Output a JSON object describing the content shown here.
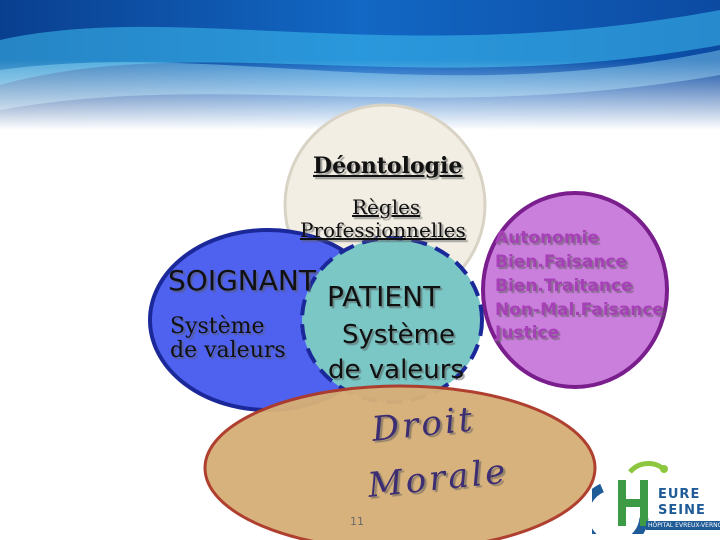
{
  "colors": {
    "banner_blue": "#0d4fa6",
    "accent_cyan": "#3ec0f0",
    "soignant_circle": "#4f62ef",
    "patient_circle": "#7ac7c6",
    "values_circle": "#ca7fdc",
    "droit_morale_ellipse": "#d6b079",
    "deontologie_circle": "#f3eee4",
    "values_text": "#a640b6"
  },
  "diagram": {
    "deontologie": "Déontologie",
    "regles_line1": "Règles",
    "regles_line2": "Professionnelles",
    "soignant": "SOIGNANT",
    "patient": "PATIENT",
    "systeme_soignant_line1": "Système",
    "systeme_soignant_line2": "de valeurs",
    "systeme_patient_line1": "Système",
    "systeme_patient_line2": "de valeurs",
    "values": [
      "Autonomie",
      "Bien.Faisance",
      "Bien.Traitance",
      "Non-Mal.Faisance",
      "Justice"
    ],
    "droit": "Droit",
    "morale": "Morale"
  },
  "footer": {
    "slide_number": "11"
  },
  "logo": {
    "line1": "EURE",
    "line2": "SEINE",
    "subtitle": "HÔPITAL EVREUX-VERNON"
  }
}
